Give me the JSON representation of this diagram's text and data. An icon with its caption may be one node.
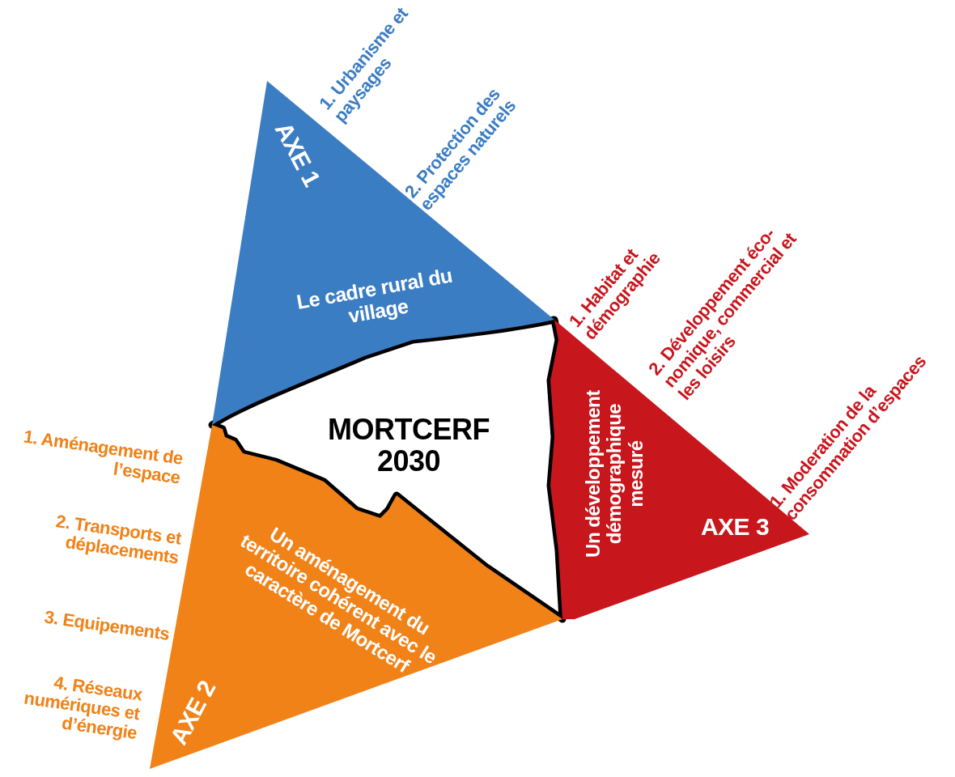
{
  "diagram": {
    "nodes": [
      {
        "text": [
          "AXE 1",
          "Le cadre rural du village"
        ],
        "beside": [
          "1. Urbanisme et paysages",
          "2. Protection des espaces naturels"
        ]
      },
      {
        "text": [
          "MORTCERF 2030"
        ]
      },
      {
        "text": [
          "Un développement démographique mesuré",
          "AXE 3"
        ],
        "beside": [
          "1. Habitat et démographie",
          "2. Développement éco-nomique, commercial et les loisirs",
          "1. Moderation de la consommation d’espaces"
        ]
      },
      {
        "text": [
          "Un aménagement du territoire cohérent avec le caractère de Mortcerf",
          "AXE 2"
        ],
        "beside": [
          "1. Aménagement de l’espace",
          "2. Transports et déplacements",
          "3. Equipements",
          "4. Réseaux numériques et d’énergie"
        ]
      }
    ]
  }
}
